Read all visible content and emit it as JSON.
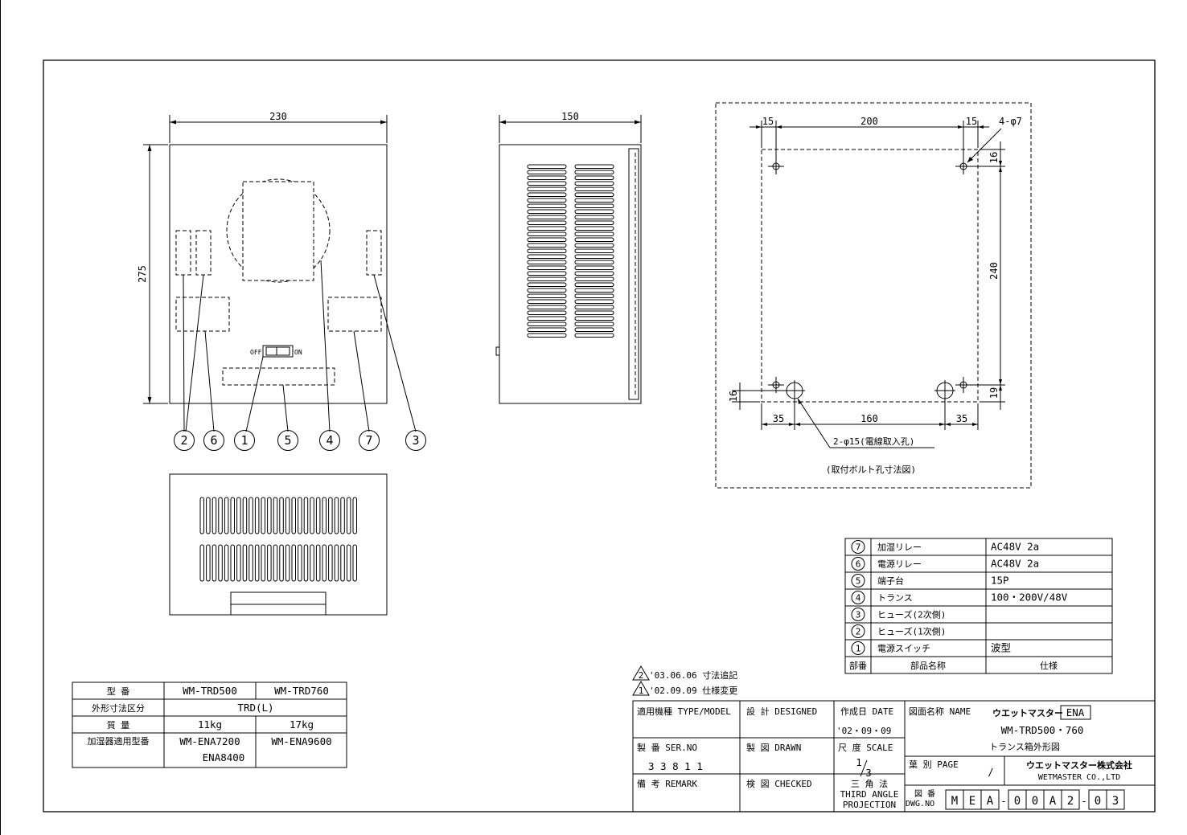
{
  "dims": {
    "front_width": "230",
    "front_height": "275",
    "side_width": "150",
    "bolt_15a": "15",
    "bolt_200": "200",
    "bolt_15b": "15",
    "bolt_hole": "4-φ7",
    "bolt_16a": "16",
    "bolt_240": "240",
    "bolt_19": "19",
    "bolt_16b": "16",
    "bolt_35a": "35",
    "bolt_160": "160",
    "bolt_35b": "35",
    "cable_hole": "2-φ15(電線取入孔)",
    "bolt_caption": "(取付ボルト孔寸法図)"
  },
  "switch": {
    "off": "OFF",
    "on": "ON"
  },
  "balloons": [
    "2",
    "6",
    "1",
    "5",
    "4",
    "7",
    "3"
  ],
  "parts_table": {
    "rows": [
      {
        "no": "7",
        "name": "加湿リレー",
        "spec": "AC48V 2a"
      },
      {
        "no": "6",
        "name": "電源リレー",
        "spec": "AC48V 2a"
      },
      {
        "no": "5",
        "name": "端子台",
        "spec": "15P"
      },
      {
        "no": "4",
        "name": "トランス",
        "spec": "100・200V/48V"
      },
      {
        "no": "3",
        "name": "ヒューズ(2次側)",
        "spec": ""
      },
      {
        "no": "2",
        "name": "ヒューズ(1次側)",
        "spec": ""
      },
      {
        "no": "1",
        "name": "電源スイッチ",
        "spec": "波型"
      }
    ],
    "header": {
      "no": "部番",
      "name": "部品名称",
      "spec": "仕様"
    }
  },
  "model_table": {
    "h_label": "型 番",
    "h_a": "WM-TRD500",
    "h_b": "WM-TRD760",
    "r1_label": "外形寸法区分",
    "r1_val": "TRD(L)",
    "r2_label": "質 量",
    "r2_a": "11kg",
    "r2_b": "17kg",
    "r3_label": "加湿器適用型番",
    "r3_a1": "WM-ENA7200",
    "r3_a2": "ENA8400",
    "r3_b": "WM-ENA9600"
  },
  "revisions": [
    {
      "mark": "2",
      "text": "'03.06.06 寸法追記"
    },
    {
      "mark": "1",
      "text": "'02.09.09 仕様変更"
    }
  ],
  "title_block": {
    "type_model": "適用機種 TYPE/MODEL",
    "designed": "設 計 DESIGNED",
    "date_label": "作成日 DATE",
    "date_value": "'02・09・09",
    "name_label": "図面名称 NAME",
    "brand": "ウエットマスター",
    "brand_box": "ENA",
    "drawing_title": "WM-TRD500・760",
    "drawing_subtitle": "トランス箱外形図",
    "ser_label": "製 番 SER.NO",
    "ser_value": "3 3 8 1 1",
    "drawn": "製 図 DRAWN",
    "scale_label": "尺 度 SCALE",
    "scale_num": "1",
    "scale_den": "3",
    "page_label": "葉 別 PAGE",
    "page_value": "/",
    "company_jp": "ウエットマスター株式会社",
    "company_en": "WETMASTER CO.,LTD",
    "remark": "備 考 REMARK",
    "checked": "検 図 CHECKED",
    "projection_jp": "三 角 法",
    "projection_1": "THIRD ANGLE",
    "projection_2": "PROJECTION",
    "dwg_label_jp": "図 番",
    "dwg_label_en": "DWG.NO",
    "dwg_no": [
      "M",
      "E",
      "A",
      "-",
      "0",
      "0",
      "A",
      "2",
      "-",
      "0",
      "3"
    ]
  }
}
